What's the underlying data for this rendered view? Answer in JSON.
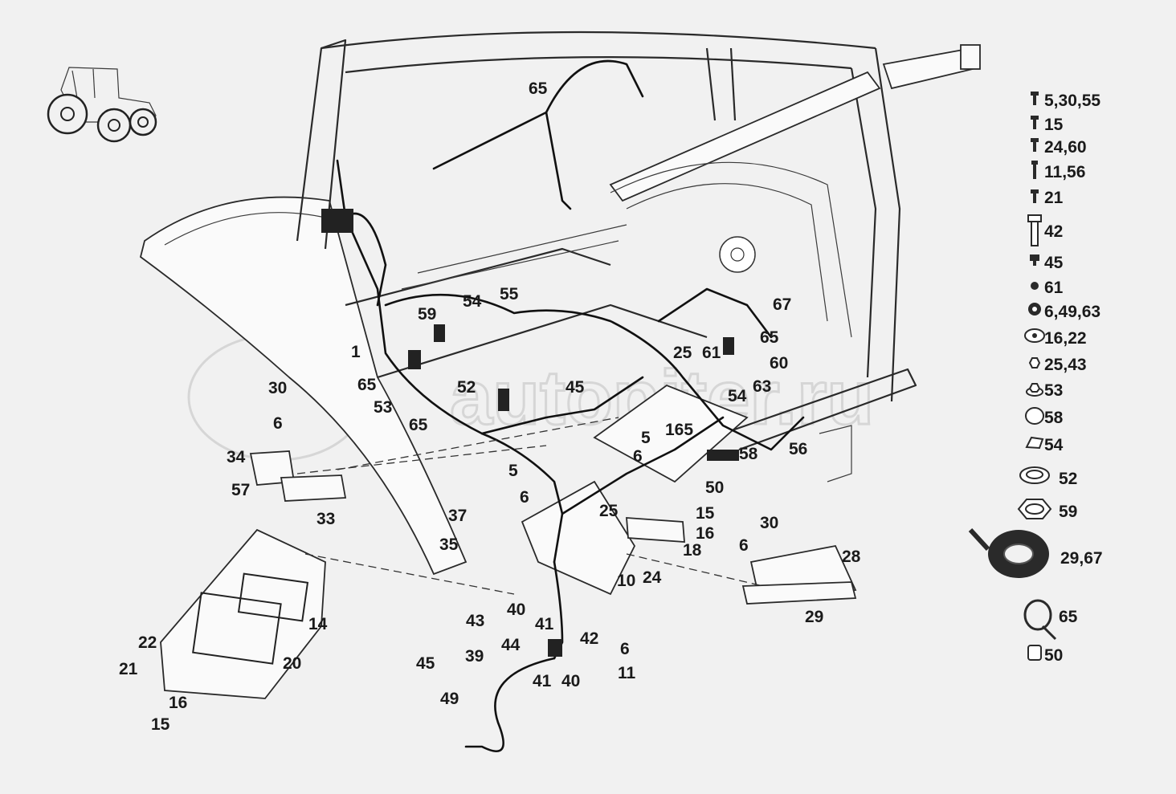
{
  "watermark": "autopiter.ru",
  "callouts": [
    "65",
    "67",
    "65",
    "59",
    "54",
    "55",
    "1",
    "65",
    "53",
    "65",
    "52",
    "45",
    "25",
    "61",
    "60",
    "63",
    "54",
    "165",
    "5",
    "6",
    "58",
    "56",
    "50",
    "30",
    "6",
    "34",
    "57",
    "33",
    "5",
    "6",
    "37",
    "35",
    "25",
    "15",
    "16",
    "18",
    "10",
    "24",
    "40",
    "41",
    "42",
    "43",
    "44",
    "45",
    "39",
    "49",
    "41",
    "40",
    "6",
    "11",
    "14",
    "20",
    "22",
    "21",
    "16",
    "15",
    "30",
    "6",
    "28",
    "29"
  ],
  "legend": [
    {
      "label": "5,30,55",
      "icon": "torx-screw-icon"
    },
    {
      "label": "15",
      "icon": "small-screw-icon"
    },
    {
      "label": "24,60",
      "icon": "screw-icon"
    },
    {
      "label": "11,56",
      "icon": "long-screw-icon"
    },
    {
      "label": "21",
      "icon": "pan-screw-icon"
    },
    {
      "label": "42",
      "icon": "hex-bolt-icon"
    },
    {
      "label": "45",
      "icon": "flange-bolt-icon"
    },
    {
      "label": "61",
      "icon": "small-washer-icon"
    },
    {
      "label": "6,49,63",
      "icon": "washer-icon"
    },
    {
      "label": "16,22",
      "icon": "large-washer-icon"
    },
    {
      "label": "25,43",
      "icon": "hex-nut-icon"
    },
    {
      "label": "53",
      "icon": "flange-nut-icon"
    },
    {
      "label": "58",
      "icon": "cap-icon"
    },
    {
      "label": "54",
      "icon": "clip-icon"
    },
    {
      "label": "52",
      "icon": "ring-nut-icon"
    },
    {
      "label": "59",
      "icon": "hex-ring-nut-icon"
    },
    {
      "label": "29,67",
      "icon": "tape-roll-icon"
    },
    {
      "label": "65",
      "icon": "cable-tie-icon"
    },
    {
      "label": "50",
      "icon": "cable-clip-icon"
    }
  ]
}
